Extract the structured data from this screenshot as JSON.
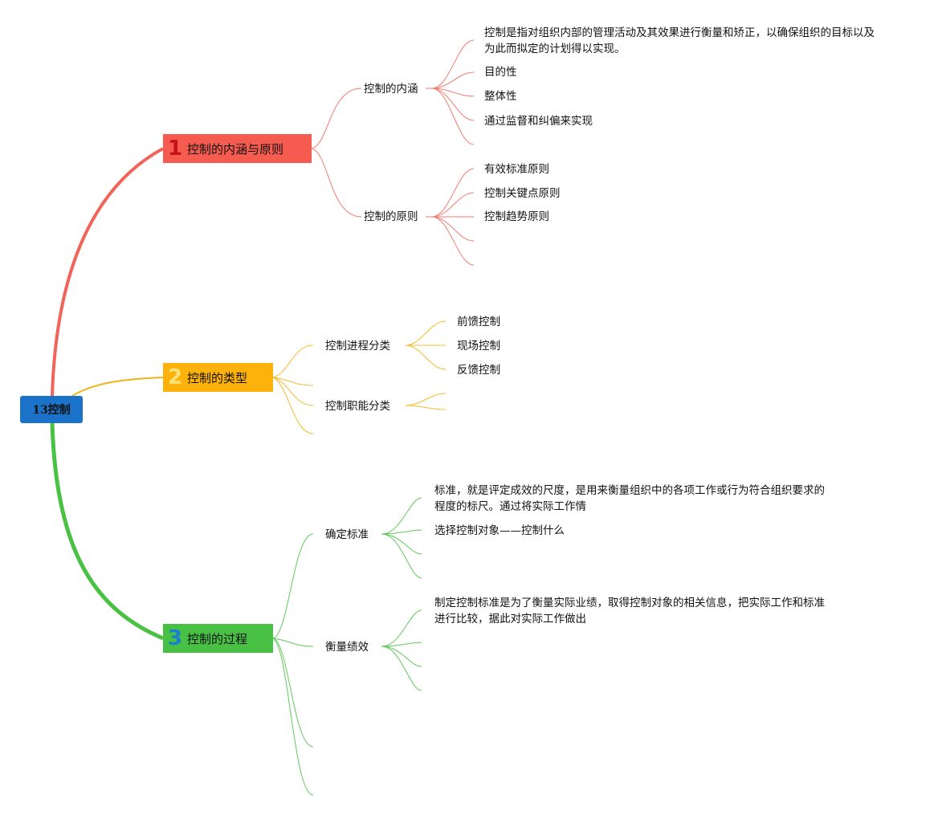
{
  "root": {
    "label": "13控制"
  },
  "colors": {
    "red": "#f65b4f",
    "orange": "#fdb20b",
    "green": "#47c044",
    "root": "#1a72c9"
  },
  "branches": [
    {
      "number": "1",
      "label": "控制的内涵与原则",
      "children": [
        {
          "label": "控制的内涵",
          "items": [
            "控制是指对组织内部的管理活动及其效果进行衡量和矫正，以确保组织的目标以及为此而拟定的计划得以实现。",
            "目的性",
            "整体性",
            "通过监督和纠偏来实现"
          ]
        },
        {
          "label": "控制的原则",
          "items": [
            "有效标准原则",
            "控制关键点原则",
            "控制趋势原则"
          ]
        }
      ]
    },
    {
      "number": "2",
      "label": "控制的类型",
      "children": [
        {
          "label": "控制进程分类",
          "items": [
            "前馈控制",
            "现场控制",
            "反馈控制"
          ]
        },
        {
          "label": "控制职能分类",
          "items": []
        }
      ]
    },
    {
      "number": "3",
      "label": "控制的过程",
      "children": [
        {
          "label": "确定标准",
          "items": [
            "标准，就是评定成效的尺度，是用来衡量组织中的各项工作或行为符合组织要求的程度的标尺。通过将实际工作情",
            "选择控制对象——控制什么"
          ]
        },
        {
          "label": "衡量绩效",
          "items": [
            "制定控制标准是为了衡量实际业绩，取得控制对象的相关信息，把实际工作和标准进行比较，据此对实际工作做出"
          ]
        }
      ]
    }
  ]
}
